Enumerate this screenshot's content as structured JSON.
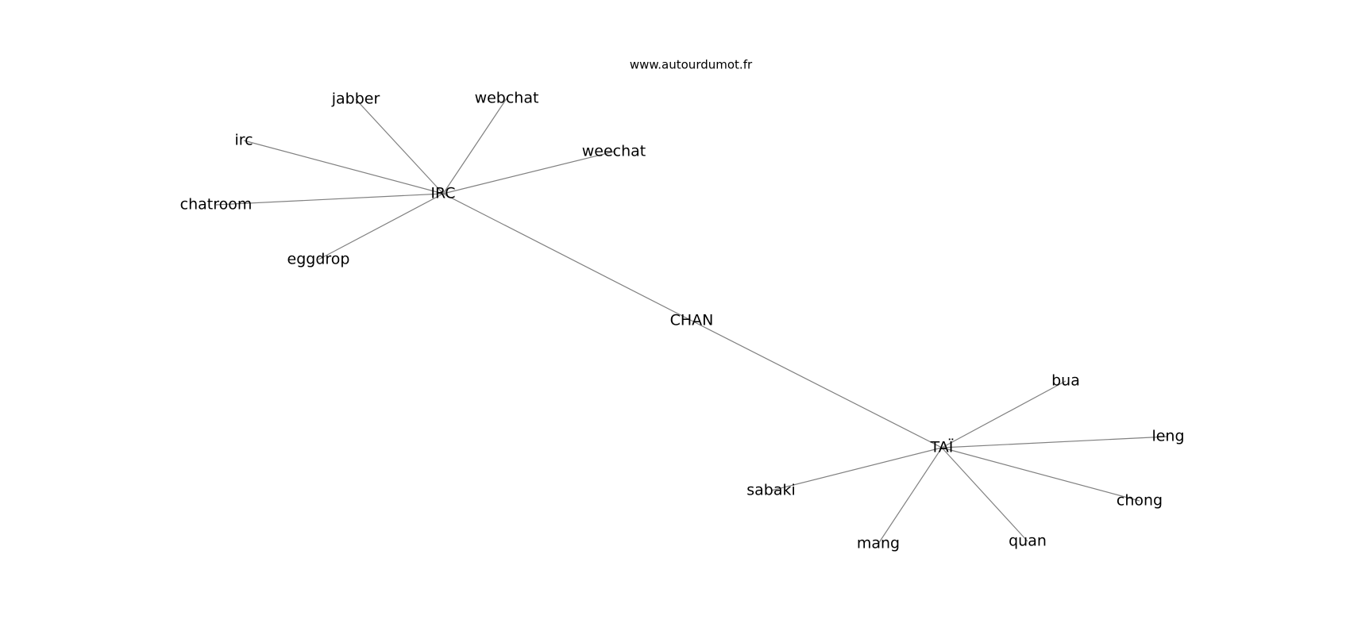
{
  "source_label": "www.autourdumot.fr",
  "graph": {
    "nodes": [
      {
        "id": "CHAN",
        "label": "CHAN"
      },
      {
        "id": "IRC",
        "label": "IRC"
      },
      {
        "id": "TAI",
        "label": "TAÏ"
      },
      {
        "id": "jabber",
        "label": "jabber"
      },
      {
        "id": "webchat",
        "label": "webchat"
      },
      {
        "id": "irc",
        "label": "irc"
      },
      {
        "id": "weechat",
        "label": "weechat"
      },
      {
        "id": "chatroom",
        "label": "chatroom"
      },
      {
        "id": "eggdrop",
        "label": "eggdrop"
      },
      {
        "id": "bua",
        "label": "bua"
      },
      {
        "id": "leng",
        "label": "leng"
      },
      {
        "id": "chong",
        "label": "chong"
      },
      {
        "id": "sabaki",
        "label": "sabaki"
      },
      {
        "id": "mang",
        "label": "mang"
      },
      {
        "id": "quan",
        "label": "quan"
      }
    ],
    "edges": [
      [
        "IRC",
        "CHAN"
      ],
      [
        "CHAN",
        "TAI"
      ],
      [
        "IRC",
        "jabber"
      ],
      [
        "IRC",
        "webchat"
      ],
      [
        "IRC",
        "irc"
      ],
      [
        "IRC",
        "weechat"
      ],
      [
        "IRC",
        "chatroom"
      ],
      [
        "IRC",
        "eggdrop"
      ],
      [
        "TAI",
        "bua"
      ],
      [
        "TAI",
        "leng"
      ],
      [
        "TAI",
        "chong"
      ],
      [
        "TAI",
        "sabaki"
      ],
      [
        "TAI",
        "mang"
      ],
      [
        "TAI",
        "quan"
      ]
    ]
  }
}
